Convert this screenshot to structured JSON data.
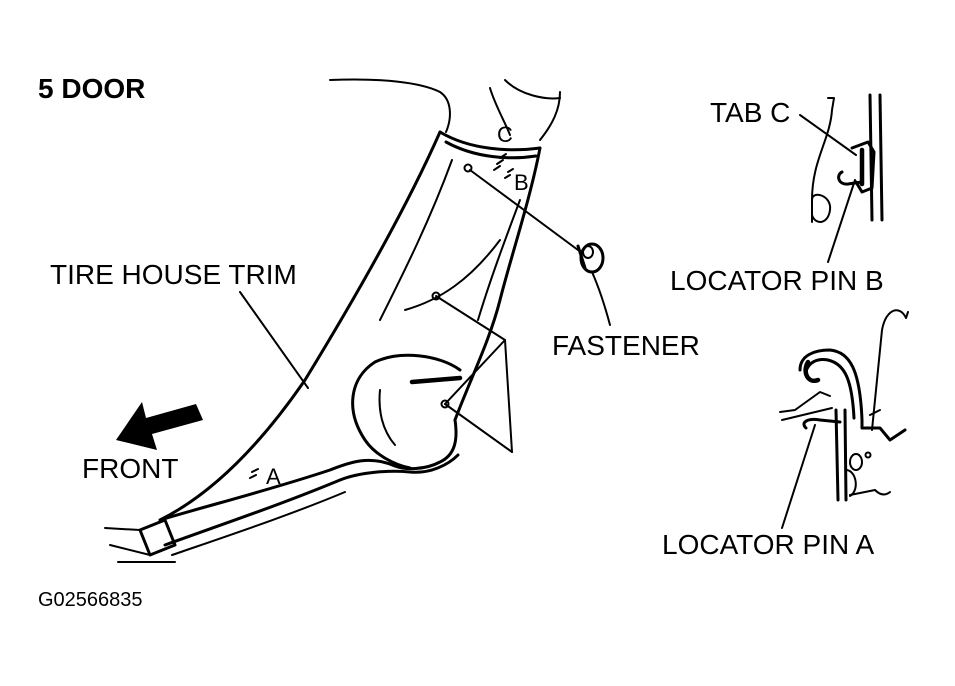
{
  "diagram": {
    "heading": "5 DOOR",
    "figure_id": "G02566835",
    "labels": {
      "tire_house_trim": "TIRE HOUSE TRIM",
      "front": "FRONT",
      "fastener": "FASTENER",
      "tab_c": "TAB C",
      "locator_pin_b": "LOCATOR PIN B",
      "locator_pin_a": "LOCATOR PIN A",
      "point_a": "A",
      "point_b": "B",
      "point_c": "C"
    }
  }
}
